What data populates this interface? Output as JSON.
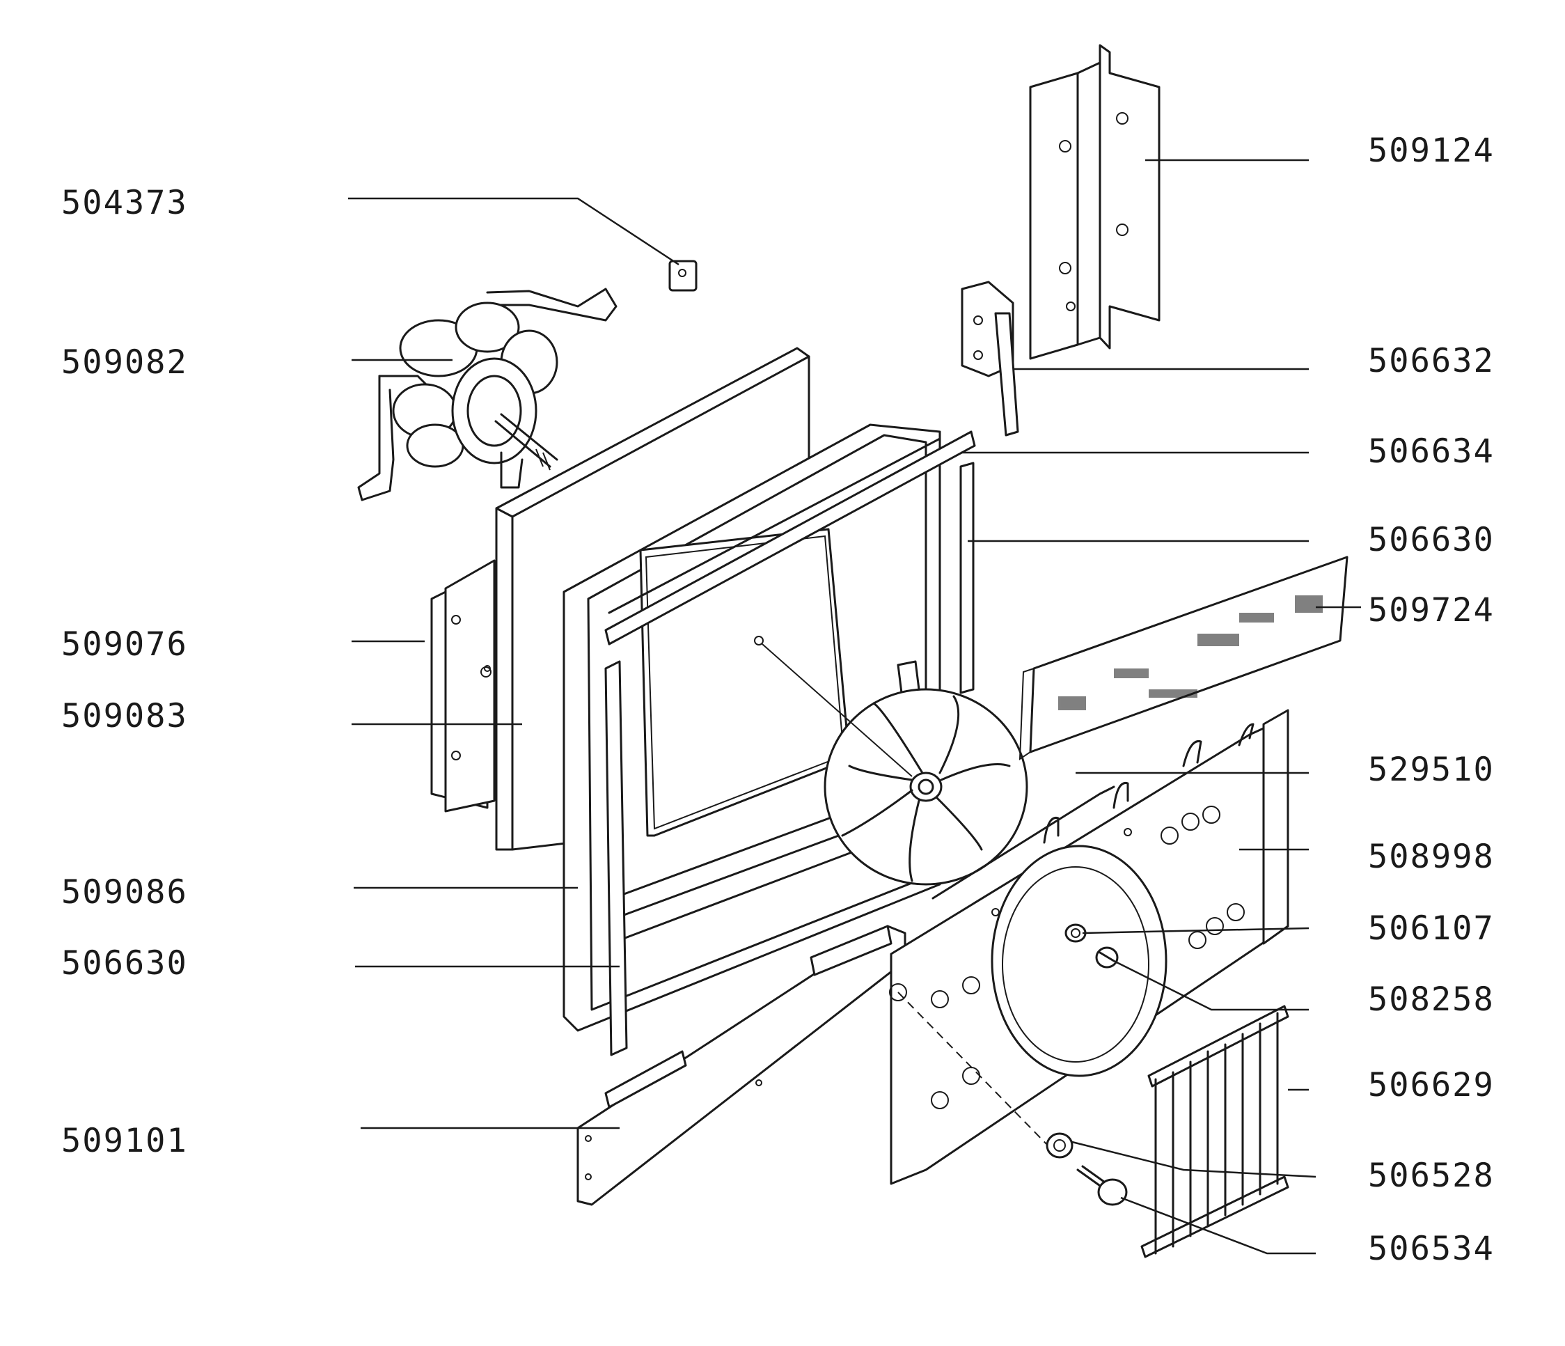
{
  "diagram": {
    "type": "exploded-parts-diagram",
    "labels_left": [
      "504373",
      "509082",
      "509076",
      "509083",
      "509086",
      "506630",
      "509101"
    ],
    "labels_right": [
      "509124",
      "506632",
      "506634",
      "506630",
      "509724",
      "529510",
      "508998",
      "506107",
      "508258",
      "506629",
      "506528",
      "506534"
    ]
  }
}
